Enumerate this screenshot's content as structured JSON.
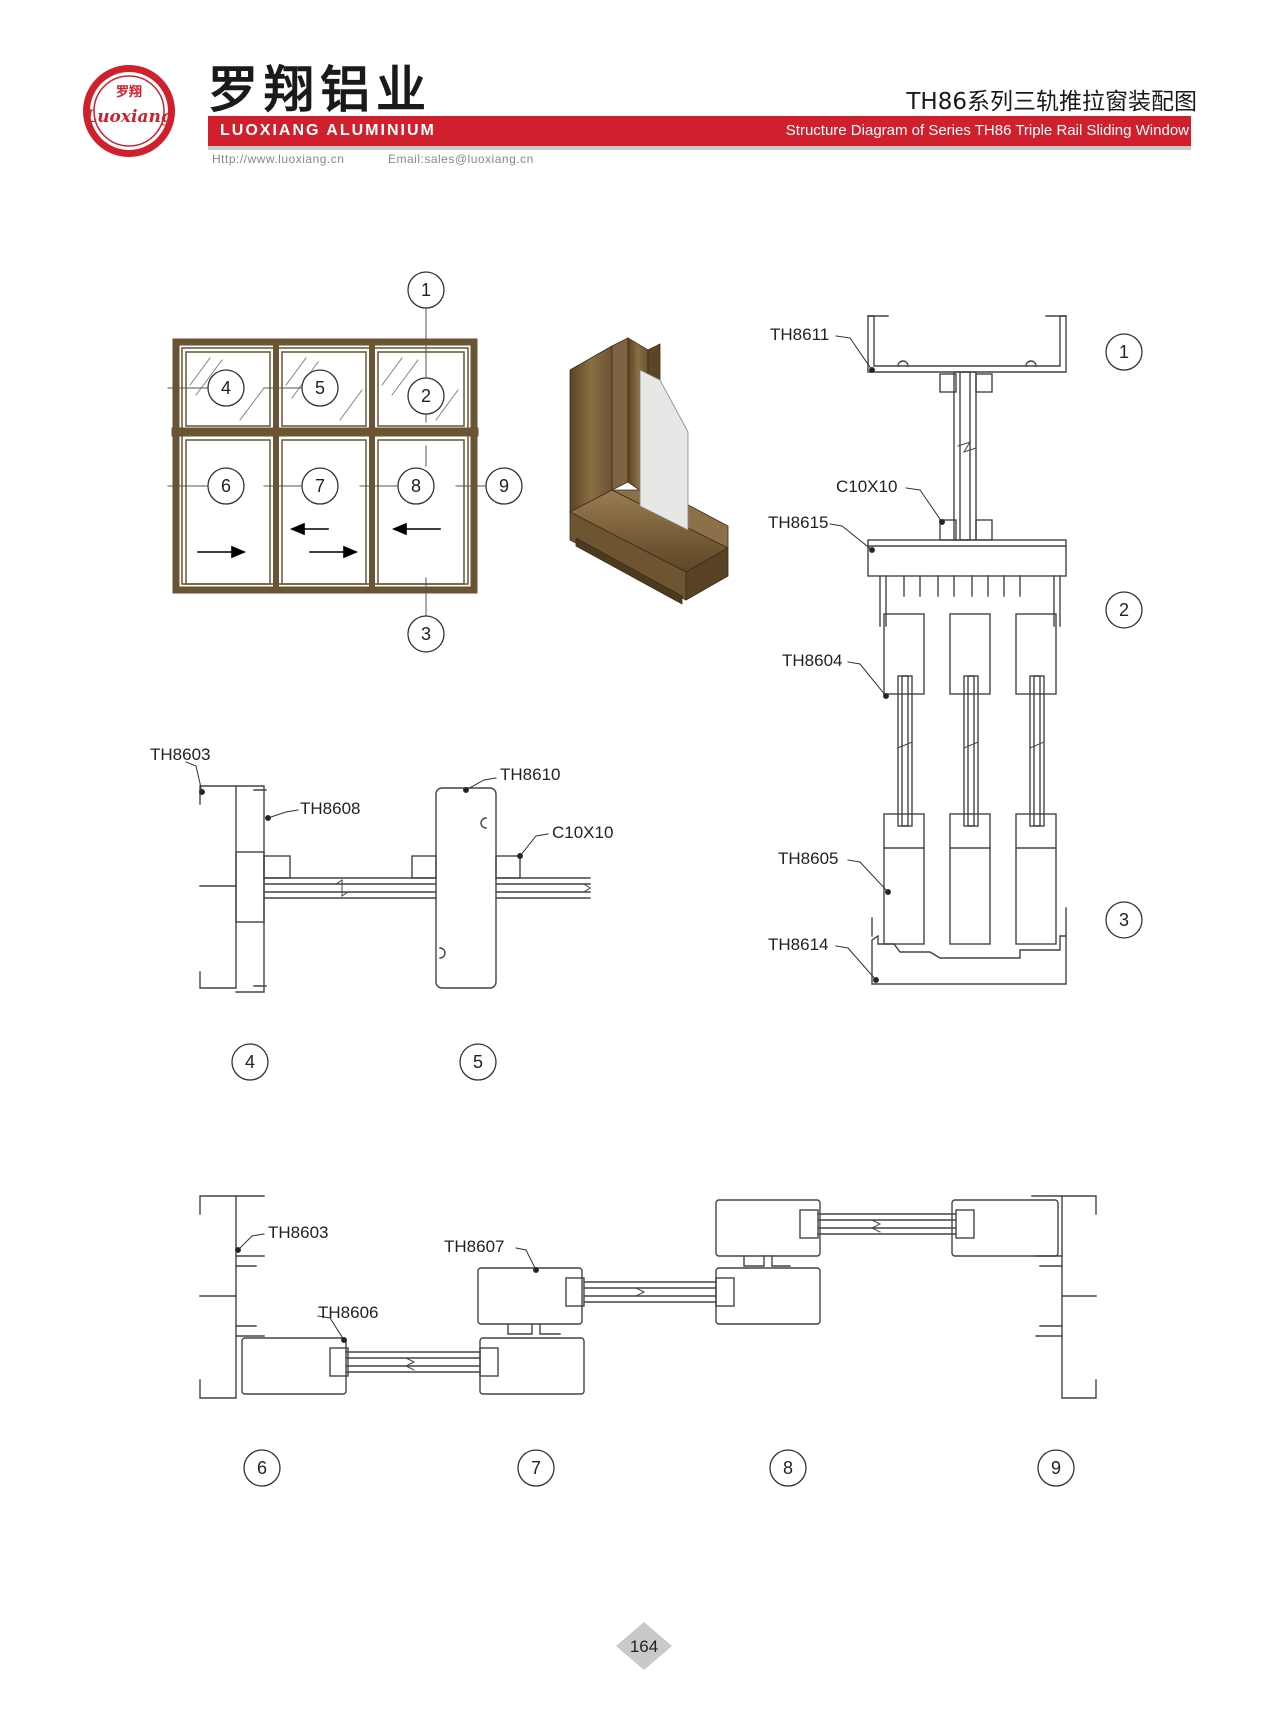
{
  "header": {
    "logo_cn": "罗翔",
    "logo_script": "Luoxiang",
    "brand_cn": "罗翔铝业",
    "brand_en": "LUOXIANG ALUMINIUM",
    "title_cn": "TH86系列三轨推拉窗装配图",
    "title_en": "Structure Diagram of Series TH86 Triple Rail Sliding Window",
    "website": "Http://www.luoxiang.cn",
    "email": "Email:sales@luoxiang.cn",
    "colors": {
      "brand_red": "#d0202e",
      "frame_bronze": "#6a5434",
      "bar_grey": "#c9c9c9"
    }
  },
  "elevation": {
    "callouts": [
      "1",
      "2",
      "3",
      "4",
      "5",
      "6",
      "7",
      "8",
      "9"
    ]
  },
  "vertical_section": {
    "callouts": [
      "1",
      "2",
      "3"
    ],
    "labels": {
      "th8611": "TH8611",
      "c10x10": "C10X10",
      "th8615": "TH8615",
      "th8604": "TH8604",
      "th8605": "TH8605",
      "th8614": "TH8614"
    }
  },
  "mid_section": {
    "callouts": [
      "4",
      "5"
    ],
    "labels": {
      "th8603": "TH8603",
      "th8608": "TH8608",
      "th8610": "TH8610",
      "c10x10": "C10X10"
    }
  },
  "bottom_section": {
    "callouts": [
      "6",
      "7",
      "8",
      "9"
    ],
    "labels": {
      "th8603": "TH8603",
      "th8606": "TH8606",
      "th8607": "TH8607"
    }
  },
  "footer": {
    "page_number": "164"
  }
}
